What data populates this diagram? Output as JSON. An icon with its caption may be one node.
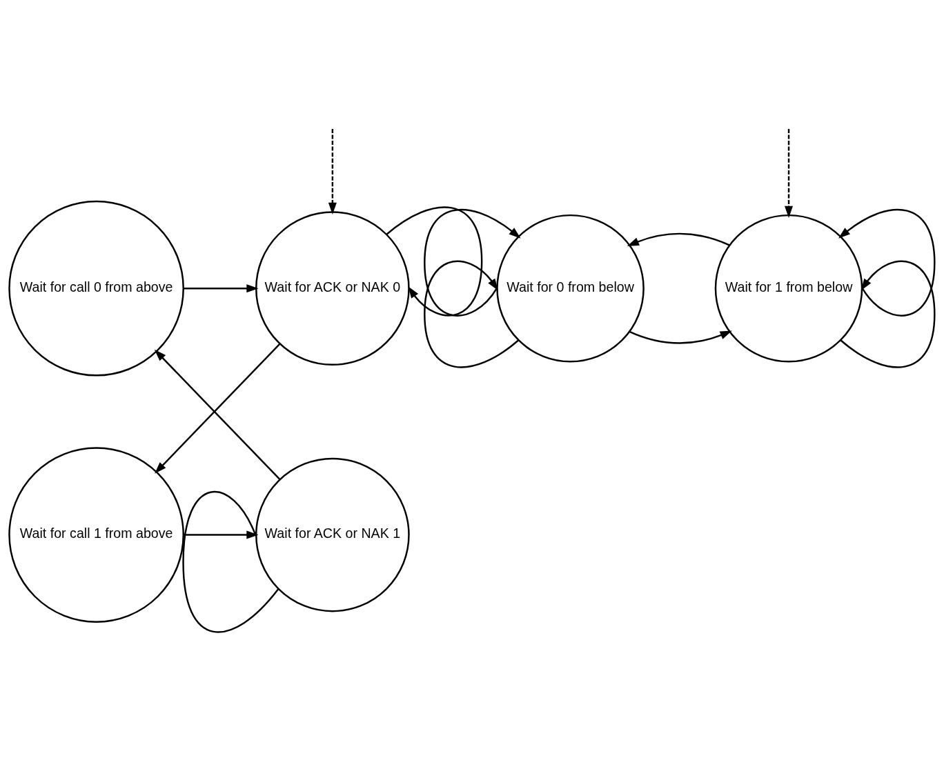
{
  "diagram": {
    "nodes": [
      {
        "text": [
          "Wait for call 0 from above"
        ]
      },
      {
        "text": [
          "Wait for ACK or NAK 0"
        ]
      },
      {
        "text": [
          "Wait for ACK or NAK 1"
        ]
      },
      {
        "text": [
          "Wait for call 1 from above"
        ]
      },
      {
        "text": [
          "Wait for 0 from below"
        ]
      },
      {
        "text": [
          "Wait for 1 from below"
        ]
      }
    ],
    "edges": [
      {
        "from": null,
        "to": 1,
        "arrow": "to",
        "style": "dashed"
      },
      {
        "from": 0,
        "to": 1,
        "arrow": "to"
      },
      {
        "from": 1,
        "to": 1,
        "arrow": "to"
      },
      {
        "from": 1,
        "to": 3,
        "arrow": "to"
      },
      {
        "from": 3,
        "to": 2,
        "arrow": "to"
      },
      {
        "from": 2,
        "to": 2,
        "arrow": "none"
      },
      {
        "from": 2,
        "to": 0,
        "arrow": "to"
      },
      {
        "from": null,
        "to": 5,
        "arrow": "to",
        "style": "dashed"
      },
      {
        "from": 4,
        "to": 5,
        "arrow": "to"
      },
      {
        "from": 5,
        "to": 4,
        "arrow": "to"
      },
      {
        "from": 4,
        "to": 4,
        "arrow": "to"
      },
      {
        "from": 4,
        "to": 4,
        "arrow": "to"
      },
      {
        "from": 5,
        "to": 5,
        "arrow": "to"
      },
      {
        "from": 5,
        "to": 5,
        "arrow": "to"
      }
    ]
  }
}
